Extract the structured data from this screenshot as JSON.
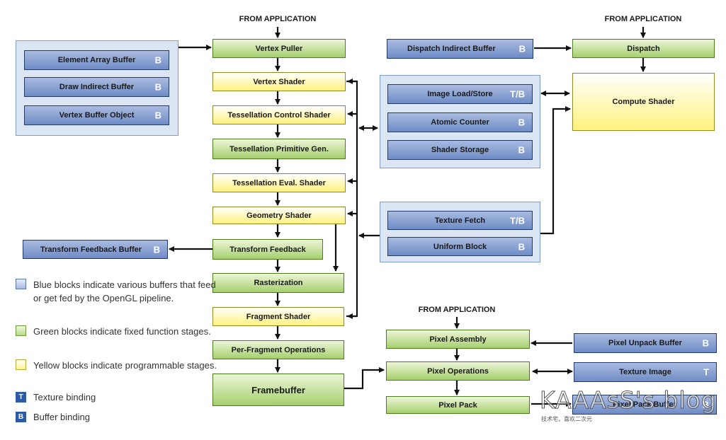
{
  "headers": {
    "left": "FROM APPLICATION",
    "right": "FROM APPLICATION",
    "pixel": "FROM APPLICATION"
  },
  "buffers_group": {
    "element_array": {
      "label": "Element Array Buffer",
      "badge": "B"
    },
    "draw_indirect": {
      "label": "Draw Indirect Buffer",
      "badge": "B"
    },
    "vertex_buffer": {
      "label": "Vertex Buffer Object",
      "badge": "B"
    }
  },
  "pipeline": {
    "vertex_puller": "Vertex Puller",
    "vertex_shader": "Vertex Shader",
    "tess_control": "Tessellation Control Shader",
    "tess_primitive": "Tessellation Primitive Gen.",
    "tess_eval": "Tessellation Eval. Shader",
    "geometry": "Geometry Shader",
    "transform_feedback": "Transform Feedback",
    "rasterization": "Rasterization",
    "fragment": "Fragment Shader",
    "per_fragment": "Per-Fragment Operations",
    "framebuffer": "Framebuffer"
  },
  "transform_feedback_buffer": {
    "label": "Transform Feedback Buffer",
    "badge": "B"
  },
  "compute": {
    "dispatch_indirect": {
      "label": "Dispatch Indirect Buffer",
      "badge": "B"
    },
    "dispatch": "Dispatch",
    "compute_shader": "Compute Shader"
  },
  "image_group": {
    "image_load_store": {
      "label": "Image Load/Store",
      "badge": "T/B"
    },
    "atomic_counter": {
      "label": "Atomic Counter",
      "badge": "B"
    },
    "shader_storage": {
      "label": "Shader Storage",
      "badge": "B"
    }
  },
  "texture_group": {
    "texture_fetch": {
      "label": "Texture Fetch",
      "badge": "T/B"
    },
    "uniform_block": {
      "label": "Uniform Block",
      "badge": "B"
    }
  },
  "pixel": {
    "assembly": "Pixel Assembly",
    "operations": "Pixel Operations",
    "pack": "Pixel Pack",
    "unpack_buffer": {
      "label": "Pixel Unpack Buffer",
      "badge": "B"
    },
    "texture_image": {
      "label": "Texture Image",
      "badge": "T"
    },
    "pack_buffer": {
      "label": "Pixel Pack Buffer",
      "badge": "B"
    }
  },
  "legend": {
    "blue": "Blue blocks indicate various buffers that feed or get fed by the OpenGL pipeline.",
    "green": "Green blocks indicate fixed function stages.",
    "yellow": "Yellow blocks indicate programmable stages.",
    "texture": {
      "chip": "T",
      "text": "Texture binding"
    },
    "buffer": {
      "chip": "B",
      "text": "Buffer binding"
    }
  },
  "watermark": {
    "title": "KAAAsS's blog",
    "subtitle": "技术宅，喜欢二次元"
  },
  "colors": {
    "blue_top": "#a9bbe0",
    "blue_bottom": "#6f8cc6",
    "green_top": "#edf6d8",
    "green_bottom": "#a5cf6e",
    "yellow_top": "#ffffff",
    "yellow_bottom": "#fff27d",
    "group_bg": "#dbe5f3",
    "arrow": "#111111"
  }
}
